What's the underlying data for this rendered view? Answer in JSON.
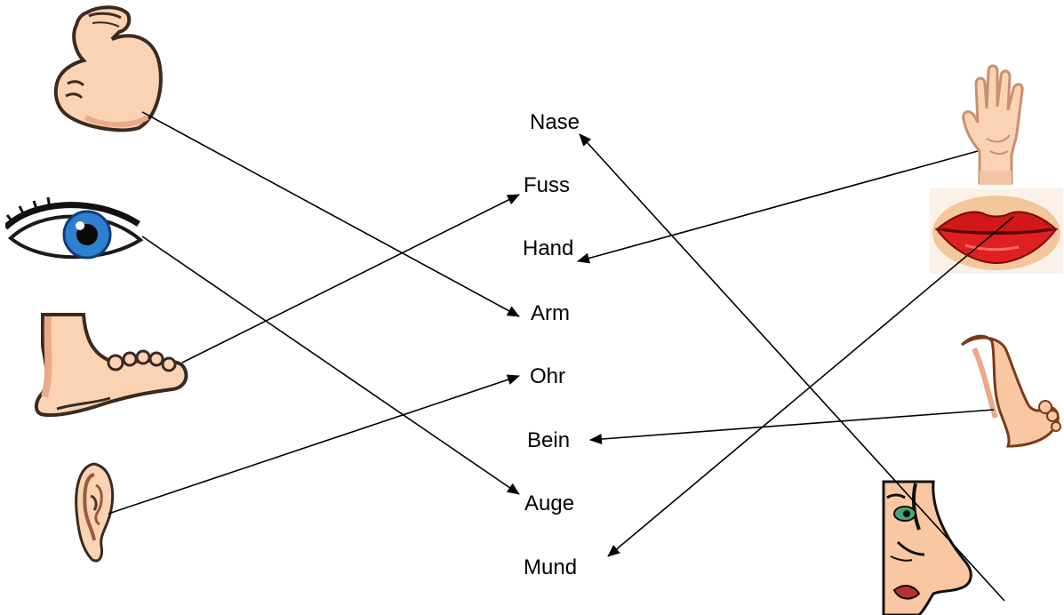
{
  "words": {
    "nase": "Nase",
    "fuss": "Fuss",
    "hand": "Hand",
    "arm": "Arm",
    "ohr": "Ohr",
    "bein": "Bein",
    "auge": "Auge",
    "mund": "Mund"
  },
  "pictures": [
    "arm-picture",
    "eye-picture",
    "foot-picture",
    "ear-picture",
    "hand-picture",
    "lips-picture",
    "leg-picture",
    "nose-face-picture"
  ],
  "matches": [
    {
      "picture": "arm-picture",
      "word": "Arm"
    },
    {
      "picture": "eye-picture",
      "word": "Auge"
    },
    {
      "picture": "foot-picture",
      "word": "Fuss"
    },
    {
      "picture": "ear-picture",
      "word": "Ohr"
    },
    {
      "picture": "hand-picture",
      "word": "Hand"
    },
    {
      "picture": "lips-picture",
      "word": "Mund"
    },
    {
      "picture": "leg-picture",
      "word": "Bein"
    },
    {
      "picture": "nose-face-picture",
      "word": "Nase"
    }
  ],
  "colors": {
    "skin": "#f9d3b4",
    "skin_shade": "#e9a98a",
    "outline": "#3a2a20",
    "iris": "#2f7fd0",
    "lips": "#d01818",
    "lips_bg": "#f4c79a",
    "line": "#000000"
  }
}
